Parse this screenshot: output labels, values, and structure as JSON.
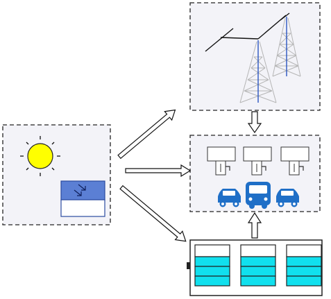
{
  "diagram": {
    "nodes": [
      {
        "id": "solar-source",
        "icons": [
          "sun-icon",
          "solar-panel-icon"
        ]
      },
      {
        "id": "power-grid",
        "icons": [
          "transmission-tower-icon",
          "power-line-icon"
        ]
      },
      {
        "id": "ev-charging-station",
        "icons": [
          "charging-pile-icon",
          "car-icon",
          "bus-icon"
        ]
      },
      {
        "id": "battery-storage",
        "icons": [
          "battery-pack-icon"
        ]
      }
    ],
    "edges": [
      {
        "from": "solar-source",
        "to": "power-grid",
        "style": "hollow-arrow"
      },
      {
        "from": "solar-source",
        "to": "ev-charging-station",
        "style": "hollow-arrow"
      },
      {
        "from": "solar-source",
        "to": "battery-storage",
        "style": "hollow-arrow"
      },
      {
        "from": "power-grid",
        "to": "ev-charging-station",
        "style": "hollow-arrow"
      },
      {
        "from": "battery-storage",
        "to": "ev-charging-station",
        "style": "hollow-arrow"
      }
    ],
    "colors": {
      "panel_bg": "#f3f3f8",
      "panel_border": "#222222",
      "sun": "#ffff00",
      "solar_panel": "#5b7fd4",
      "vehicle": "#1f6fc7",
      "battery_cell": "#11e0ee",
      "tower_steel": "#b0b0b0",
      "tower_core": "#2a55c0"
    }
  }
}
